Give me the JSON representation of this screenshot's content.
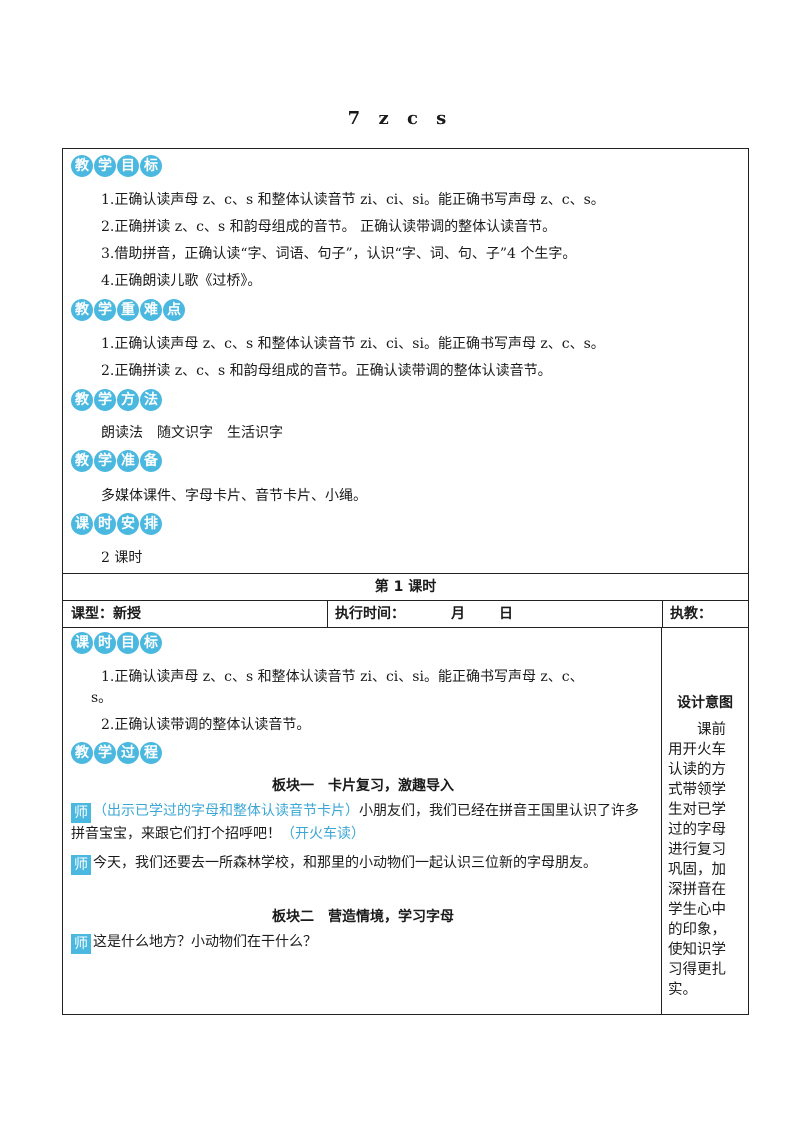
{
  "title": "7 z c s",
  "sections": {
    "goals": {
      "badge": [
        "教",
        "学",
        "目",
        "标"
      ],
      "items": [
        "1.正确认读声母 z、c、s 和整体认读音节 zi、ci、si。能正确书写声母 z、c、s。",
        "2.正确拼读 z、c、s 和韵母组成的音节。 正确认读带调的整体认读音节。",
        "3.借助拼音，正确认读“字、词语、句子”，认识“字、词、句、子”4 个生字。",
        "4.正确朗读儿歌《过桥》。"
      ]
    },
    "key": {
      "badge": [
        "教",
        "学",
        "重",
        "难",
        "点"
      ],
      "items": [
        "1.正确认读声母 z、c、s 和整体认读音节 zi、ci、si。能正确书写声母 z、c、s。",
        "2.正确拼读 z、c、s 和韵母组成的音节。正确认读带调的整体认读音节。"
      ]
    },
    "method": {
      "badge": [
        "教",
        "学",
        "方",
        "法"
      ],
      "text": "朗读法　随文识字　生活识字"
    },
    "prep": {
      "badge": [
        "教",
        "学",
        "准",
        "备"
      ],
      "text": "多媒体课件、字母卡片、音节卡片、小绳。"
    },
    "schedule": {
      "badge": [
        "课",
        "时",
        "安",
        "排"
      ],
      "text": "2 课时"
    }
  },
  "lesson": {
    "header": "第 1 课时",
    "type_label": "课型：新授",
    "time_label": "执行时间：",
    "month": "月",
    "day": "日",
    "teacher_label": "执教："
  },
  "lesson_goals": {
    "badge": [
      "课",
      "时",
      "目",
      "标"
    ],
    "item1a": "1.正确认读声母 z、c、s 和整体认读音节 zi、ci、si。能正确书写声母 z、c、",
    "item1b": "s。",
    "item2": "2.正确认读带调的整体认读音节。"
  },
  "process": {
    "badge": [
      "教",
      "学",
      "过",
      "程"
    ],
    "block1": "板块一　卡片复习，激趣导入",
    "tag": "师",
    "p1_blue": "（出示已学过的字母和整体认读音节卡片）",
    "p1_text": "小朋友们，我们已经在拼音王国里认识了许多拼音宝宝，来跟它们打个招呼吧！",
    "p1_blue2": "（开火车读）",
    "p2_text": "今天，我们还要去一所森林学校，和那里的小动物们一起认识三位新的字母朋友。",
    "block2": "板块二　营造情境，学习字母",
    "p3_text": "这是什么地方？小动物们在干什么？"
  },
  "side": {
    "title": "设计意图",
    "text": "课前用开火车认读的方式带领学生对已学过的字母进行复习巩固，加深拼音在学生心中的印象，使知识学习得更扎实。"
  }
}
